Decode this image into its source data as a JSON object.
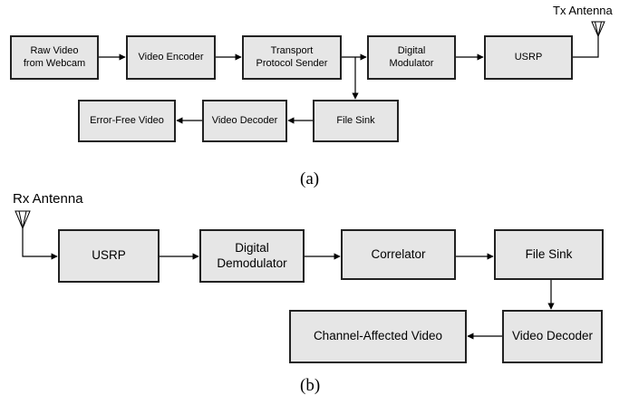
{
  "diagram_a": {
    "antenna_label": "Tx Antenna",
    "blocks": {
      "raw_video": "Raw  Video\nfrom Webcam",
      "video_encoder": "Video Encoder",
      "transport_sender": "Transport\nProtocol Sender",
      "digital_modulator": "Digital\nModulator",
      "usrp": "USRP",
      "file_sink": "File Sink",
      "video_decoder": "Video Decoder",
      "error_free_video": "Error-Free Video"
    },
    "caption": "(a)"
  },
  "diagram_b": {
    "antenna_label": "Rx Antenna",
    "blocks": {
      "usrp": "USRP",
      "digital_demodulator": "Digital\nDemodulator",
      "correlator": "Correlator",
      "file_sink": "File Sink",
      "video_decoder": "Video Decoder",
      "channel_affected_video": "Channel-Affected Video"
    },
    "caption": "(b)"
  },
  "colors": {
    "block_fill": "#e6e6e6",
    "block_border": "#222222",
    "wire": "#000000"
  }
}
